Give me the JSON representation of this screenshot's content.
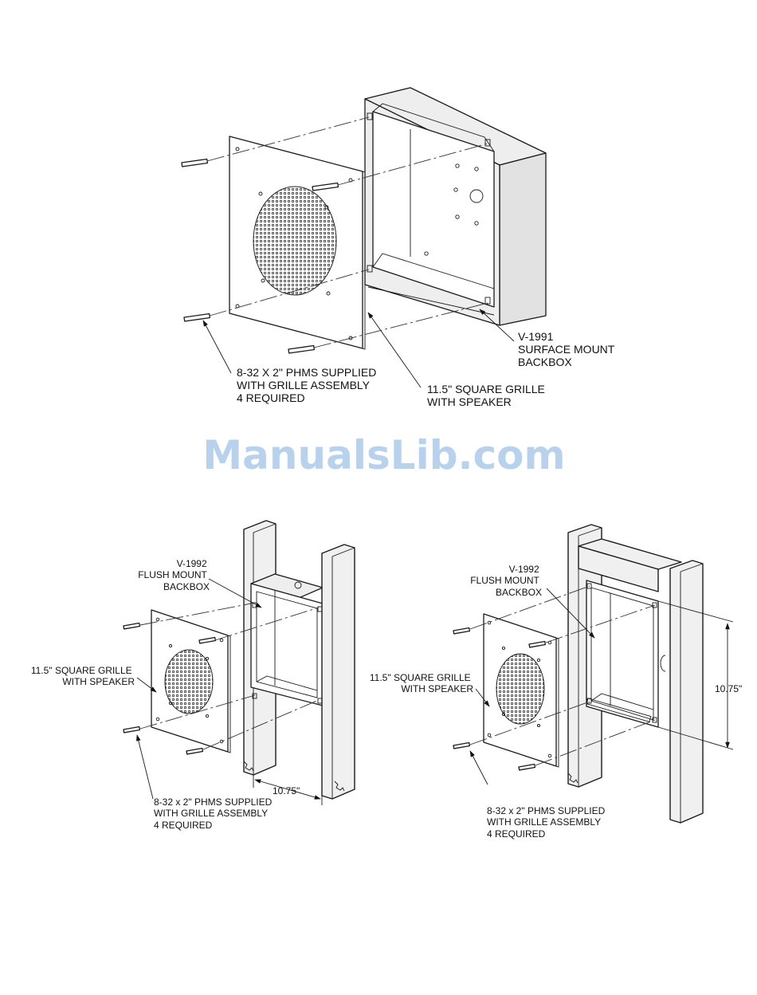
{
  "watermark": "ManualsLib.com",
  "top_figure": {
    "backbox_label": [
      "V-1991",
      "SURFACE MOUNT",
      "BACKBOX"
    ],
    "screws_label": [
      "8-32  X 2\" PHMS SUPPLIED",
      "WITH GRILLE ASSEMBLY",
      "4 REQUIRED"
    ],
    "grille_label": [
      "11.5\" SQUARE GRILLE",
      "WITH SPEAKER"
    ]
  },
  "left_figure": {
    "backbox_label": [
      "V-1992",
      "FLUSH MOUNT",
      "BACKBOX"
    ],
    "grille_label": [
      "11.5\" SQUARE GRILLE",
      "WITH SPEAKER"
    ],
    "screws_label": [
      "8-32 x 2\" PHMS SUPPLIED",
      "WITH GRILLE ASSEMBLY",
      "4 REQUIRED"
    ],
    "dimension": "10.75\""
  },
  "right_figure": {
    "backbox_label": [
      "V-1992",
      "FLUSH MOUNT",
      "BACKBOX"
    ],
    "grille_label": [
      "11.5\" SQUARE GRILLE",
      "WITH SPEAKER"
    ],
    "screws_label": [
      "8-32 x 2\" PHMS SUPPLIED",
      "WITH GRILLE ASSEMBLY",
      "4 REQUIRED"
    ],
    "dimension": "10.75\""
  }
}
